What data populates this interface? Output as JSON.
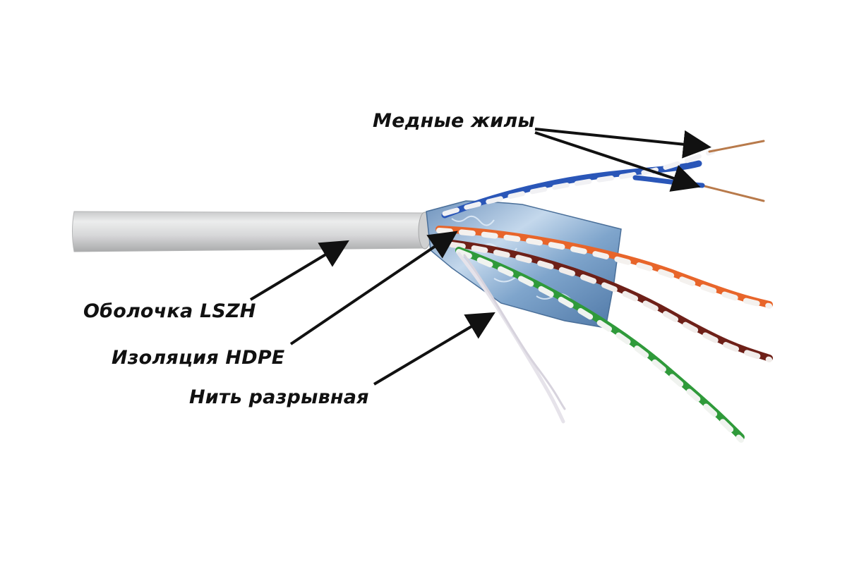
{
  "labels": {
    "copper_conductors": "Медные жилы",
    "outer_sheath": "Оболочка LSZH",
    "insulation": "Изоляция HDPE",
    "rip_cord": "Нить разрывная"
  },
  "colors": {
    "jacket": "#d9dadb",
    "foil": "#8fb3d6",
    "pair_orange": "#e8652a",
    "pair_brown": "#6e2018",
    "pair_green": "#2f9a3a",
    "pair_blue": "#2a56b8",
    "copper": "#b87a4b",
    "arrow": "#111111"
  }
}
